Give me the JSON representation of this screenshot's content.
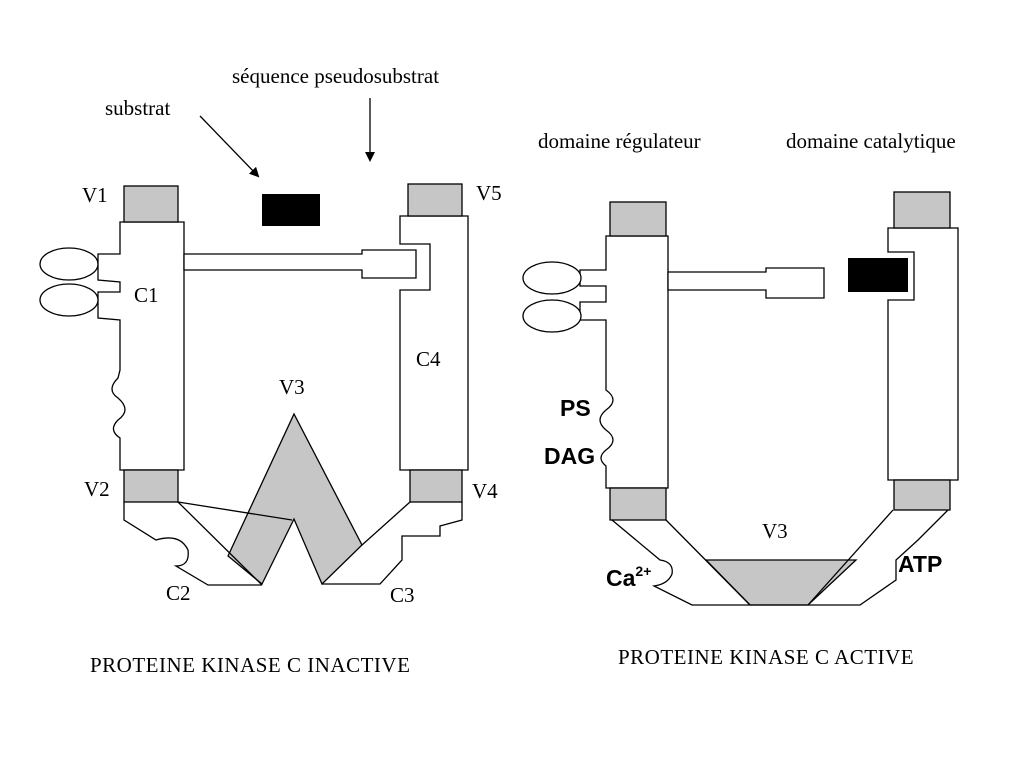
{
  "inactive": {
    "caption": "PROTEINE KINASE C INACTIVE",
    "substrat_label": "substrat",
    "pseudosubstrat_label": "séquence pseudosubstrat",
    "v1": "V1",
    "v2": "V2",
    "v3": "V3",
    "v4": "V4",
    "v5": "V5",
    "c1": "C1",
    "c2": "C2",
    "c3": "C3",
    "c4": "C4"
  },
  "active": {
    "caption": "PROTEINE KINASE C ACTIVE",
    "regulatory_label": "domaine régulateur",
    "catalytic_label": "domaine catalytique",
    "v3": "V3",
    "ps": "PS",
    "dag": "DAG",
    "ca": "Ca",
    "ca_charge": "2+",
    "atp": "ATP"
  },
  "colors": {
    "variable_region": "#c6c6c6",
    "substrate_block": "#000000",
    "outline": "#000000"
  }
}
